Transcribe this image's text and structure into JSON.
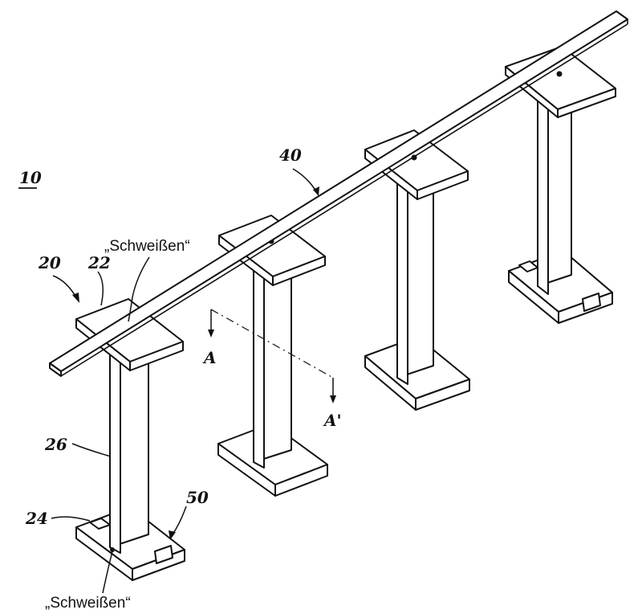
{
  "labels": {
    "fig_number": "10",
    "assembly": "20",
    "top_plate": "22",
    "base_plate": "24",
    "column": "26",
    "beam": "40",
    "clamp": "50",
    "section_a": "A",
    "section_a_prime": "A'",
    "weld_top": "„Schweißen“",
    "weld_bottom": "„Schweißen“"
  }
}
